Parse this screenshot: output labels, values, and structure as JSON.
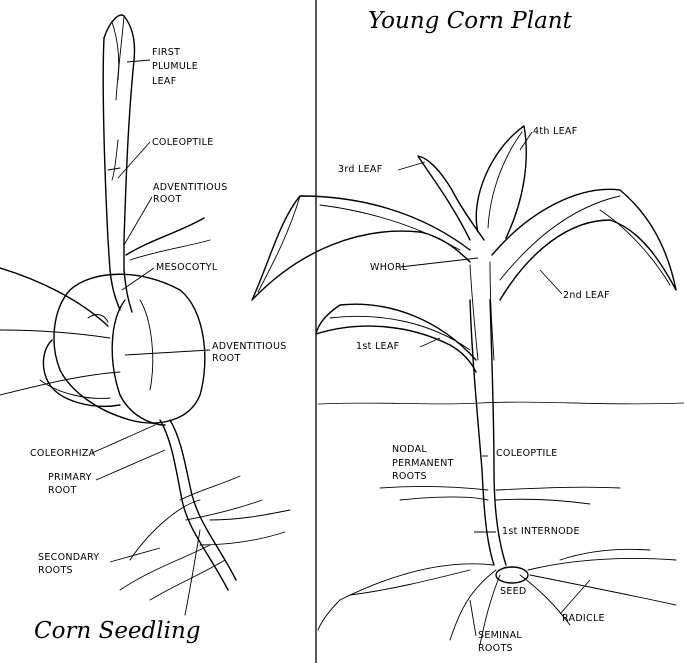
{
  "titles": {
    "left": "Corn Seedling",
    "right": "Young Corn Plant"
  },
  "left_labels": {
    "first_plumule_leaf": [
      "FIRST",
      "PLUMULE",
      "LEAF"
    ],
    "coleoptile": "COLEOPTILE",
    "adventitious_root_top": [
      "ADVENTITIOUS",
      "ROOT"
    ],
    "mesocotyl": "MESOCOTYL",
    "adventitious_root_mid": [
      "ADVENTITIOUS",
      "ROOT"
    ],
    "coleorhiza": "COLEORHIZA",
    "primary_root": [
      "PRIMARY",
      "ROOT"
    ],
    "secondary_roots": [
      "SECONDARY",
      "ROOTS"
    ]
  },
  "right_labels": {
    "leaf_4th": "4th LEAF",
    "leaf_3rd": "3rd LEAF",
    "whorl": "WHORL",
    "leaf_2nd": "2nd LEAF",
    "leaf_1st": "1st LEAF",
    "nodal_permanent_roots": [
      "NODAL",
      "PERMANENT",
      "ROOTS"
    ],
    "coleoptile": "COLEOPTILE",
    "first_internode": "1st INTERNODE",
    "seed": "SEED",
    "radicle": "RADICLE",
    "seminal_roots": [
      "SEMINAL",
      "ROOTS"
    ]
  }
}
